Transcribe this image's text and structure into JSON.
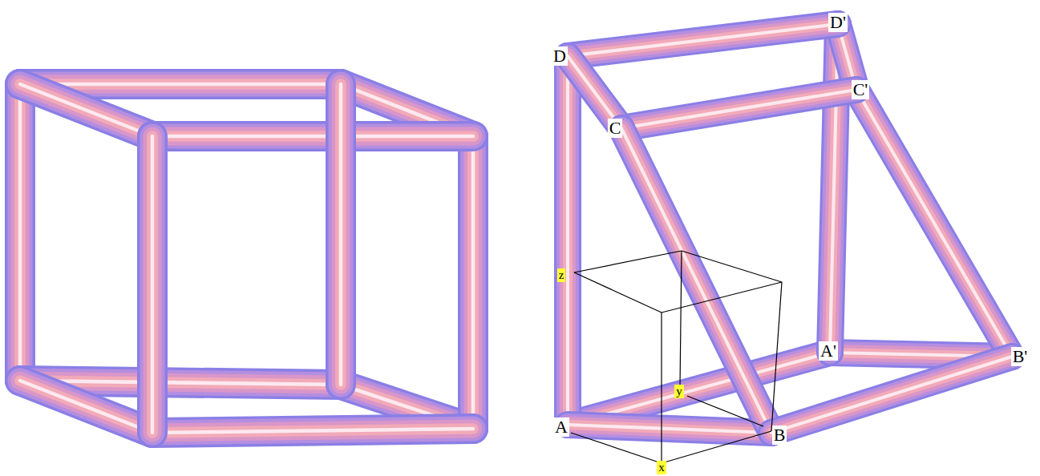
{
  "diagram": {
    "labels": [
      "D",
      "D'",
      "C",
      "C'",
      "z",
      "A'",
      "B'",
      "y",
      "A",
      "B",
      "x"
    ]
  }
}
